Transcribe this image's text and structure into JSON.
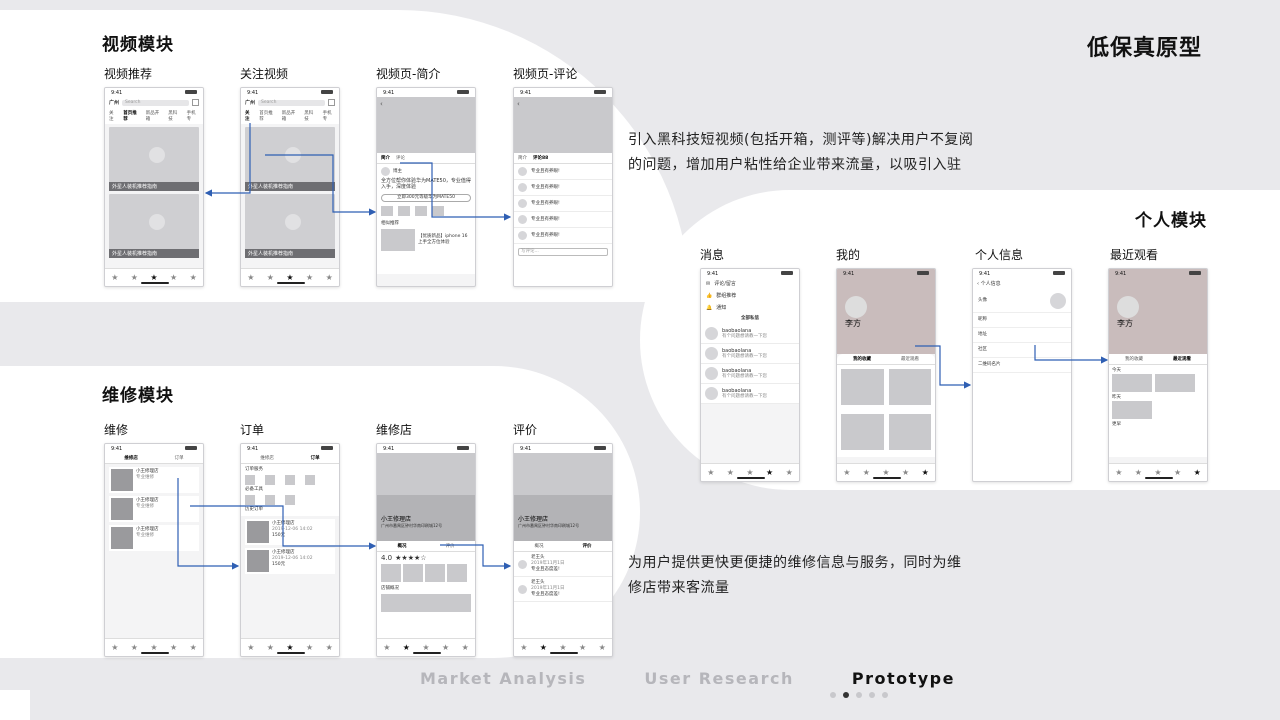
{
  "main_title": "低保真原型",
  "sections": {
    "video": {
      "title": "视频模块",
      "screens": [
        "视频推荐",
        "关注视频",
        "视频页-简介",
        "视频页-评论"
      ]
    },
    "repair": {
      "title": "维修模块",
      "screens": [
        "维修",
        "订单",
        "维修店",
        "评价"
      ]
    },
    "personal": {
      "title": "个人模块",
      "screens": [
        "消息",
        "我的",
        "个人信息",
        "最近观看"
      ]
    }
  },
  "desc_video": [
    "引入黑科技短视频(包括开箱，测评等)解决用户不复阅",
    "的问题，增加用户粘性给企业带来流量，以吸引入驻"
  ],
  "desc_repair": [
    "为用户提供更快更便捷的维修信息与服务，同时为维",
    "修店带来客流量"
  ],
  "phone": {
    "time": "9:41",
    "city": "广州",
    "search": "Search",
    "video_tabs": [
      "关注",
      "首页推荐",
      "新品开箱",
      "黑科技",
      "手机专"
    ],
    "video_caption": "外星人装机推荐指南",
    "detail_tabs": [
      "简介",
      "评论"
    ],
    "comment_tabs": [
      "简介",
      "评论88"
    ],
    "comment_text": "专业且有养眼!",
    "detail_desc": "全方位帮你体验华为MATE50，专业值得入手，深度体验",
    "detail_btn": "立即300元等级华为MATE50",
    "related": "相似推荐",
    "related_item": "【优质新品】iphone 16上手全方位体验",
    "input_ph": "写评论...",
    "msg_items": [
      "评论/留言",
      "群组推荐",
      "通知"
    ],
    "msg_all": "全部私信",
    "msg_user": "baobaolana",
    "msg_sub": "有个问题想请教一下您",
    "me_name": "李方",
    "me_tabs": [
      "我的收藏",
      "最近观看"
    ],
    "info_title": "个人信息",
    "info_rows": [
      "头像",
      "昵称",
      "地址",
      "社区",
      "二维码名片"
    ],
    "recent_labels": [
      "今天",
      "昨天",
      "更早"
    ],
    "repair_tabs": [
      "维修店",
      "订单"
    ],
    "shop_name": "小王修理店",
    "shop_tag": "专业维修",
    "order_sections": [
      "订单服务",
      "必备工具",
      "历史订单"
    ],
    "order_item": "小王修理店",
    "order_date": "2019-12-06 14:02",
    "order_price": "150元",
    "shop_addr": "广州市番禺区钟村华南印刷城12号",
    "shop_tabs": [
      "概况",
      "评价"
    ],
    "rating": "4.0",
    "stars": "★★★★☆",
    "shop_info": "店铺概况",
    "review_user": "老王头",
    "review_date": "2019年11月1日",
    "review_text": "专业且态度差!"
  },
  "footer_nav": [
    "Market  Analysis",
    "User  Research",
    "Prototype"
  ],
  "accent": "#2f5fb3"
}
